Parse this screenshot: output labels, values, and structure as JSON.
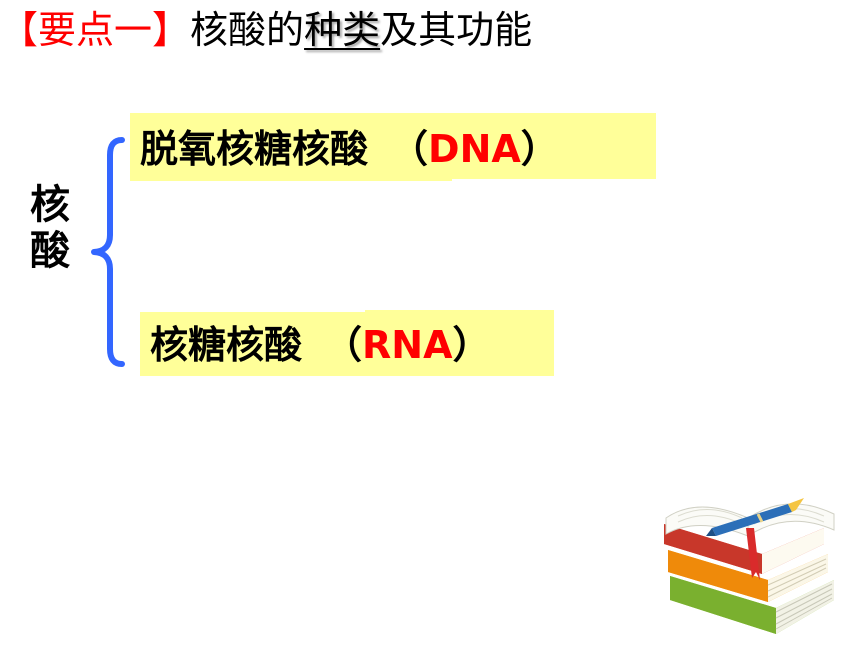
{
  "title": {
    "bracket_open": "【",
    "label": "要点一",
    "bracket_close": "】",
    "text_before": "核酸的",
    "text_underlined": "种类",
    "text_after": "及其功能"
  },
  "classification": {
    "category_char_1": "核",
    "category_char_2": "酸",
    "items": [
      {
        "name": "脱氧核糖核酸",
        "paren_open": "（",
        "abbr": "DNA",
        "paren_close": "）"
      },
      {
        "name": "核糖核酸",
        "paren_open": "（",
        "abbr": "RNA",
        "paren_close": "）"
      }
    ]
  },
  "colors": {
    "accent_red": "#ff0000",
    "highlight_yellow": "#ffff99",
    "brace_blue": "#3366ff"
  },
  "decoration": {
    "icon": "stack-of-books-with-pen-icon"
  }
}
